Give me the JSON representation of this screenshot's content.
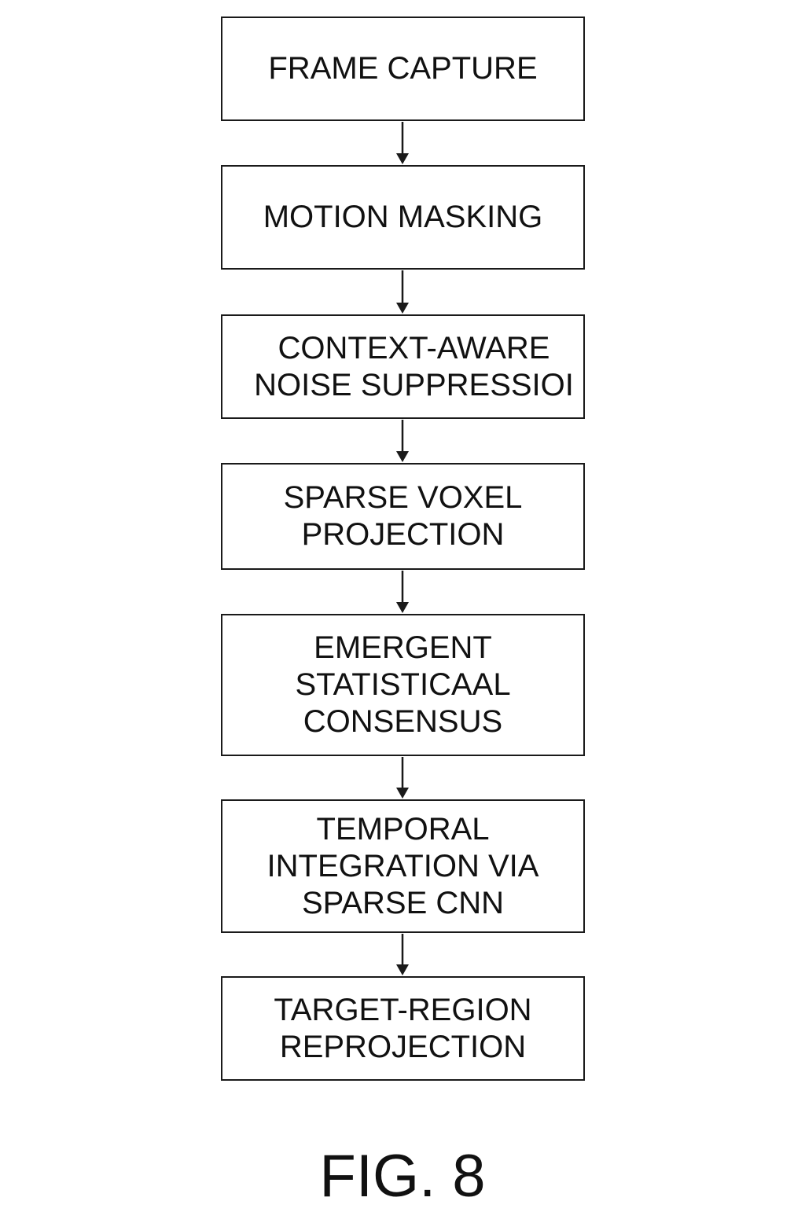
{
  "steps": [
    {
      "label": "FRAME CAPTURE"
    },
    {
      "label": "MOTION MASKING"
    },
    {
      "label": "CONTEXT-AWARE\nNOISE SUPPRESSIOI"
    },
    {
      "label": "SPARSE VOXEL\nPROJECTION"
    },
    {
      "label": "EMERGENT\nSTATISTICAAL\nCONSENSUS"
    },
    {
      "label": "TEMPORAL\nINTEGRATION VIA\nSPARSE CNN"
    },
    {
      "label": "TARGET-REGION\nREPROJECTION"
    }
  ],
  "figure": {
    "label": "FIG. 8"
  },
  "colors": {
    "stroke": "#1a1a1a",
    "background": "#ffffff",
    "text": "#111111"
  }
}
